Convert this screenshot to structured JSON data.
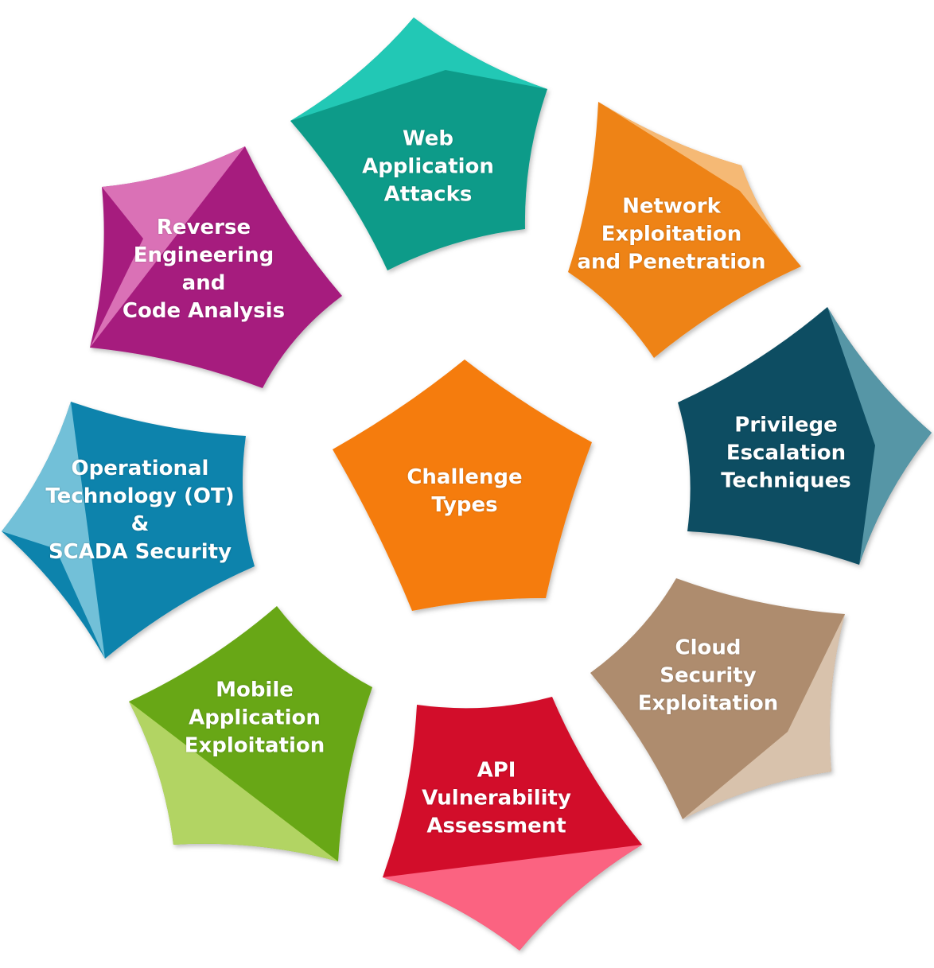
{
  "center": {
    "lines": [
      "Challenge",
      "Types"
    ],
    "color": "#F57C0A"
  },
  "segments": [
    {
      "name": "web-application-attacks",
      "lines": [
        "Web",
        "Application",
        "Attacks"
      ],
      "color": "#0E9B89",
      "light": "#27CDBA"
    },
    {
      "name": "network-exploitation",
      "lines": [
        "Network",
        "Exploitation",
        "and Penetration"
      ],
      "color": "#EE8319",
      "light": "#F5BF7E"
    },
    {
      "name": "privilege-escalation",
      "lines": [
        "Privilege",
        "Escalation",
        "Techniques"
      ],
      "color": "#0C4D62",
      "light": "#5F9EAE"
    },
    {
      "name": "cloud-security",
      "lines": [
        "Cloud",
        "Security",
        "Exploitation"
      ],
      "color": "#AE8C6E",
      "light": "#DDC8B2"
    },
    {
      "name": "api-vulnerability",
      "lines": [
        "API",
        "Vulnerability",
        "Assessment"
      ],
      "color": "#D20E2C",
      "light": "#FF6E8B"
    },
    {
      "name": "mobile-application",
      "lines": [
        "Mobile",
        "Application",
        "Exploitation"
      ],
      "color": "#68A714",
      "light": "#BAD96C"
    },
    {
      "name": "operational-technology",
      "lines": [
        "Operational",
        "Technology (OT)",
        "&",
        "SCADA Security"
      ],
      "color": "#0B83AC",
      "light": "#7DC6DD"
    },
    {
      "name": "reverse-engineering",
      "lines": [
        "Reverse",
        "Engineering",
        "and",
        "Code Analysis"
      ],
      "color": "#A61E7E",
      "light": "#E07ABD"
    }
  ]
}
